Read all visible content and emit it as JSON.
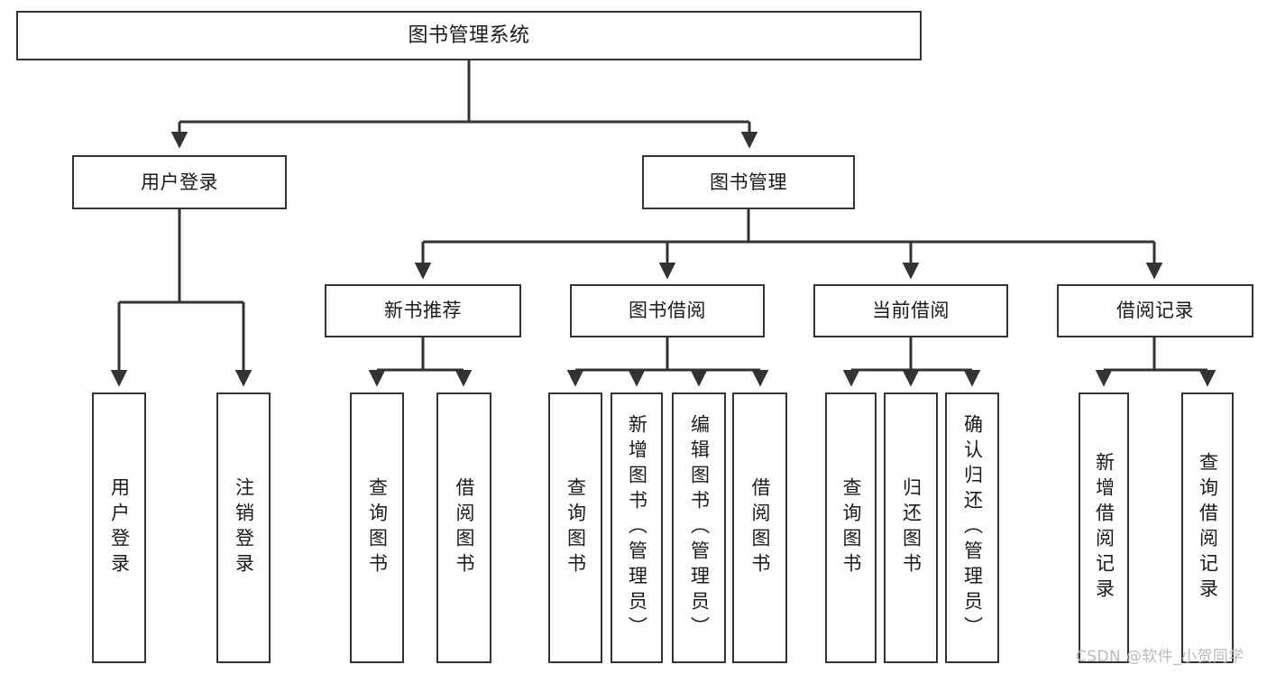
{
  "diagram": {
    "title": "图书管理系统",
    "type": "tree-hierarchy",
    "watermark": "CSDN @软件_小贺同学",
    "colors": {
      "stroke": "#333333",
      "fill": "#ffffff",
      "text": "#1a1a1a",
      "watermark": "#b9b9b9"
    },
    "nodes": {
      "root": {
        "label": "图书管理系统"
      },
      "level2": [
        {
          "label": "用户登录"
        },
        {
          "label": "图书管理"
        }
      ],
      "level3": [
        {
          "label": "新书推荐"
        },
        {
          "label": "图书借阅"
        },
        {
          "label": "当前借阅"
        },
        {
          "label": "借阅记录"
        }
      ],
      "leaves": {
        "user_login": [
          {
            "label": "用户登录"
          },
          {
            "label": "注销登录"
          }
        ],
        "new_book_recommend": [
          {
            "label": "查询图书"
          },
          {
            "label": "借阅图书"
          }
        ],
        "book_borrow": [
          {
            "label": "查询图书"
          },
          {
            "label": "新增图书（管理员）"
          },
          {
            "label": "编辑图书（管理员）"
          },
          {
            "label": "借阅图书"
          }
        ],
        "current_borrow": [
          {
            "label": "查询图书"
          },
          {
            "label": "归还图书"
          },
          {
            "label": "确认归还（管理员）"
          }
        ],
        "borrow_records": [
          {
            "label": "新增借阅记录"
          },
          {
            "label": "查询借阅记录"
          }
        ]
      }
    }
  }
}
